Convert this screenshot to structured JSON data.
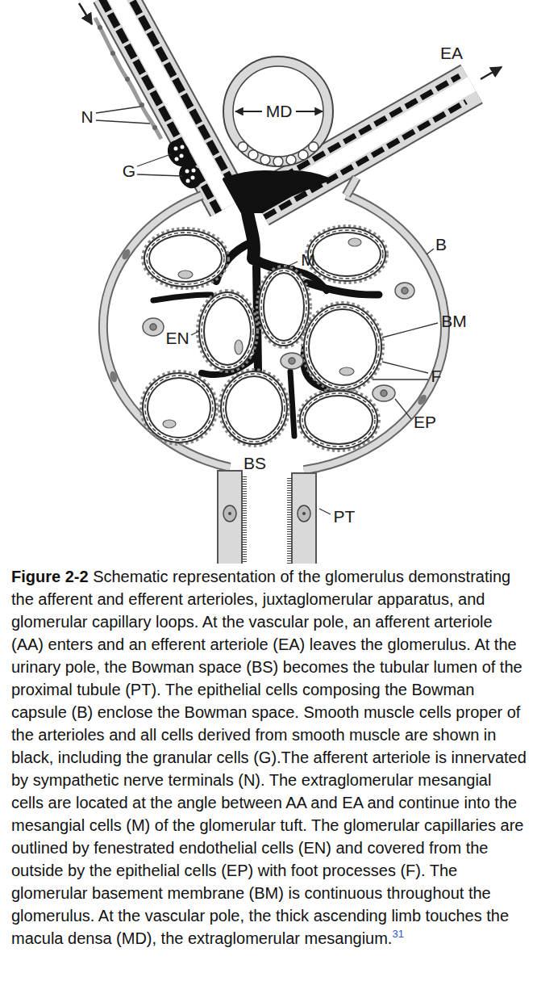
{
  "diagram": {
    "caption": "Figure 2-2 Schematic representation of the glomerulus demonstrating the afferent and efferent arterioles, juxtaglomerular apparatus, and glomerular capillary loops. At the vascular pole, an afferent arteriole (AA) enters and an efferent arteriole (EA) leaves the glomerulus. At the urinary pole, the Bowman space (BS) becomes the tubular lumen of the proximal tubule (PT). The epithelial cells composing the Bowman capsule (B) enclose the Bowman space. Smooth muscle cells proper of the arterioles and all cells derived from smooth muscle are shown in black, including the granular cells (G).The afferent arteriole is innervated by sympathetic nerve terminals (N). The extraglomerular mesangial cells are located at the angle between AA and EA and continue into the mesangial cells (M) of the glomerular tuft. The glomerular capillaries are outlined by fenestrated endothelial cells (EN) and covered from the outside by the epithelial cells (EP) with foot processes (F). The glomerular basement membrane (BM) is continuous throughout the glomerulus. At the vascular pole, the thick ascending limb touches the macula densa (MD), the extraglomerular mesangium.",
    "labels": [
      "N",
      "G",
      "MD",
      "EA",
      "B",
      "M",
      "BM",
      "EN",
      "F",
      "EP",
      "BS",
      "PT",
      "31"
    ]
  }
}
